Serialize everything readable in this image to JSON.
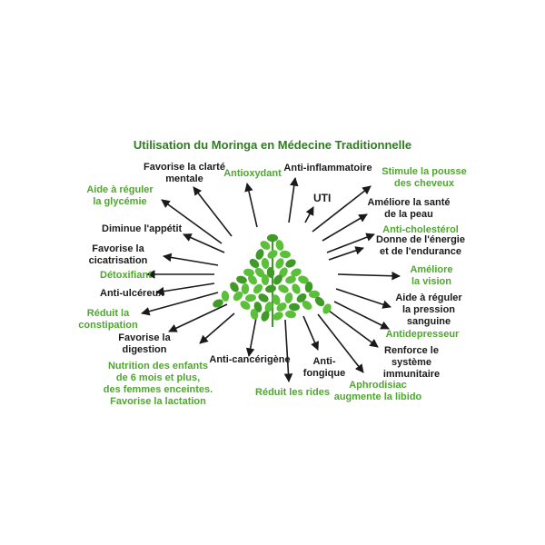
{
  "title": "Utilisation du Moringa en Médecine Traditionnelle",
  "colors": {
    "title": "#2e7d1f",
    "green_label": "#4ea72e",
    "black_label": "#1a1a1a",
    "arrow": "#1a1a1a",
    "leaf": "#5bbf3a",
    "leaf_dark": "#3f9a28"
  },
  "center_image": "moringa-leaf-sprig",
  "labels": {
    "clarte": "Favorise la clarté\nmentale",
    "antioxydant": "Antioxydant",
    "anti_inflam": "Anti-inflammatoire",
    "cheveux": "Stimule la pousse\ndes cheveux",
    "glycemie": "Aide à réguler\nla glycémie",
    "uti": "UTI",
    "peau": "Améliore la santé\nde la peau",
    "appetit": "Diminue l'appétit",
    "cholesterol": "Anti-cholestérol",
    "energie": "Donne de l'énergie\net de l'endurance",
    "cicatrisation": "Favorise la\ncicatrisation",
    "vision": "Améliore\nla vision",
    "detox": "Détoxifiant",
    "ulcereux": "Anti-ulcéreux",
    "pression": "Aide à réguler\nla pression\nsanguine",
    "constipation": "Réduit la\nconstipation",
    "antidepresseur": "Antidepresseur",
    "digestion": "Favorise la\ndigestion",
    "immunitaire": "Renforce le\nsystème\nimmunitaire",
    "nutrition": "Nutrition des enfants\nde 6 mois et plus,\ndes femmes enceintes.\nFavorise la lactation",
    "cancer": "Anti-cancérigène",
    "fongique": "Anti-\nfongique",
    "rides": "Réduit les rides",
    "aphro": "Aphrodisiac\naugmente la libido"
  }
}
